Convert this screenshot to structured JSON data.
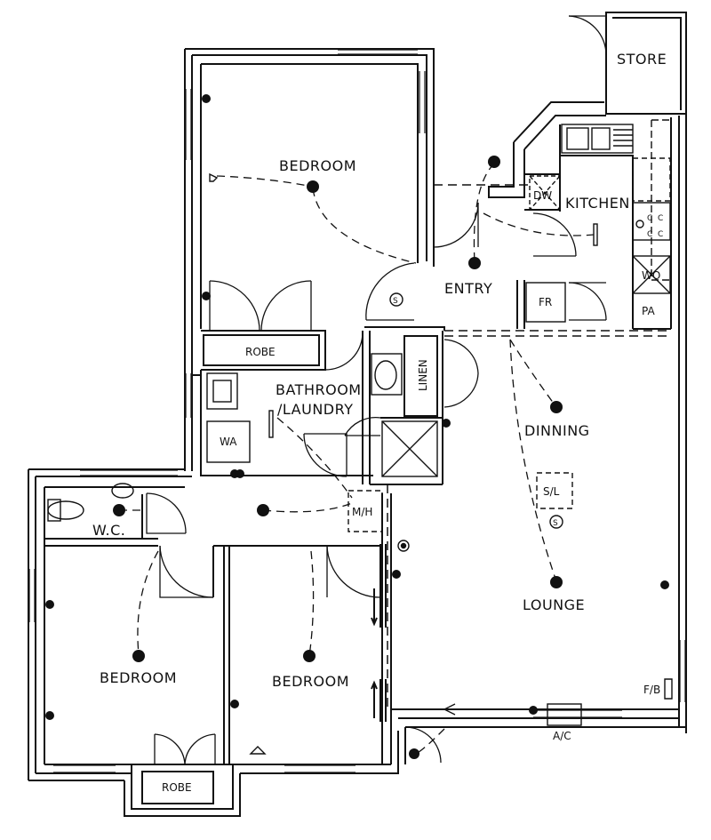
{
  "rooms": {
    "store": "STORE",
    "bedroom_master": "BEDROOM",
    "kitchen": "KITCHEN",
    "entry": "ENTRY",
    "bathroom_line1": "BATHROOM",
    "bathroom_line2": "/LAUNDRY",
    "dinning": "DINNING",
    "lounge": "LOUNGE",
    "wc": "W.C.",
    "bedroom_left": "BEDROOM",
    "bedroom_middle": "BEDROOM"
  },
  "fixtures": {
    "robe_top": "ROBE",
    "robe_bottom": "ROBE",
    "linen": "LINEN",
    "wa": "WA",
    "fr": "FR",
    "dw": "DW",
    "wo": "WO",
    "pa": "PA",
    "sl": "S/L",
    "mh": "M/H",
    "fb": "F/B",
    "ac": "A/C",
    "smoke_entry": "S",
    "smoke_lounge": "S",
    "cooktop_c1": "C",
    "cooktop_c2": "C",
    "cooktop_c3": "C",
    "cooktop_c4": "C"
  },
  "colors": {
    "ink": "#111111",
    "background": "#ffffff"
  }
}
